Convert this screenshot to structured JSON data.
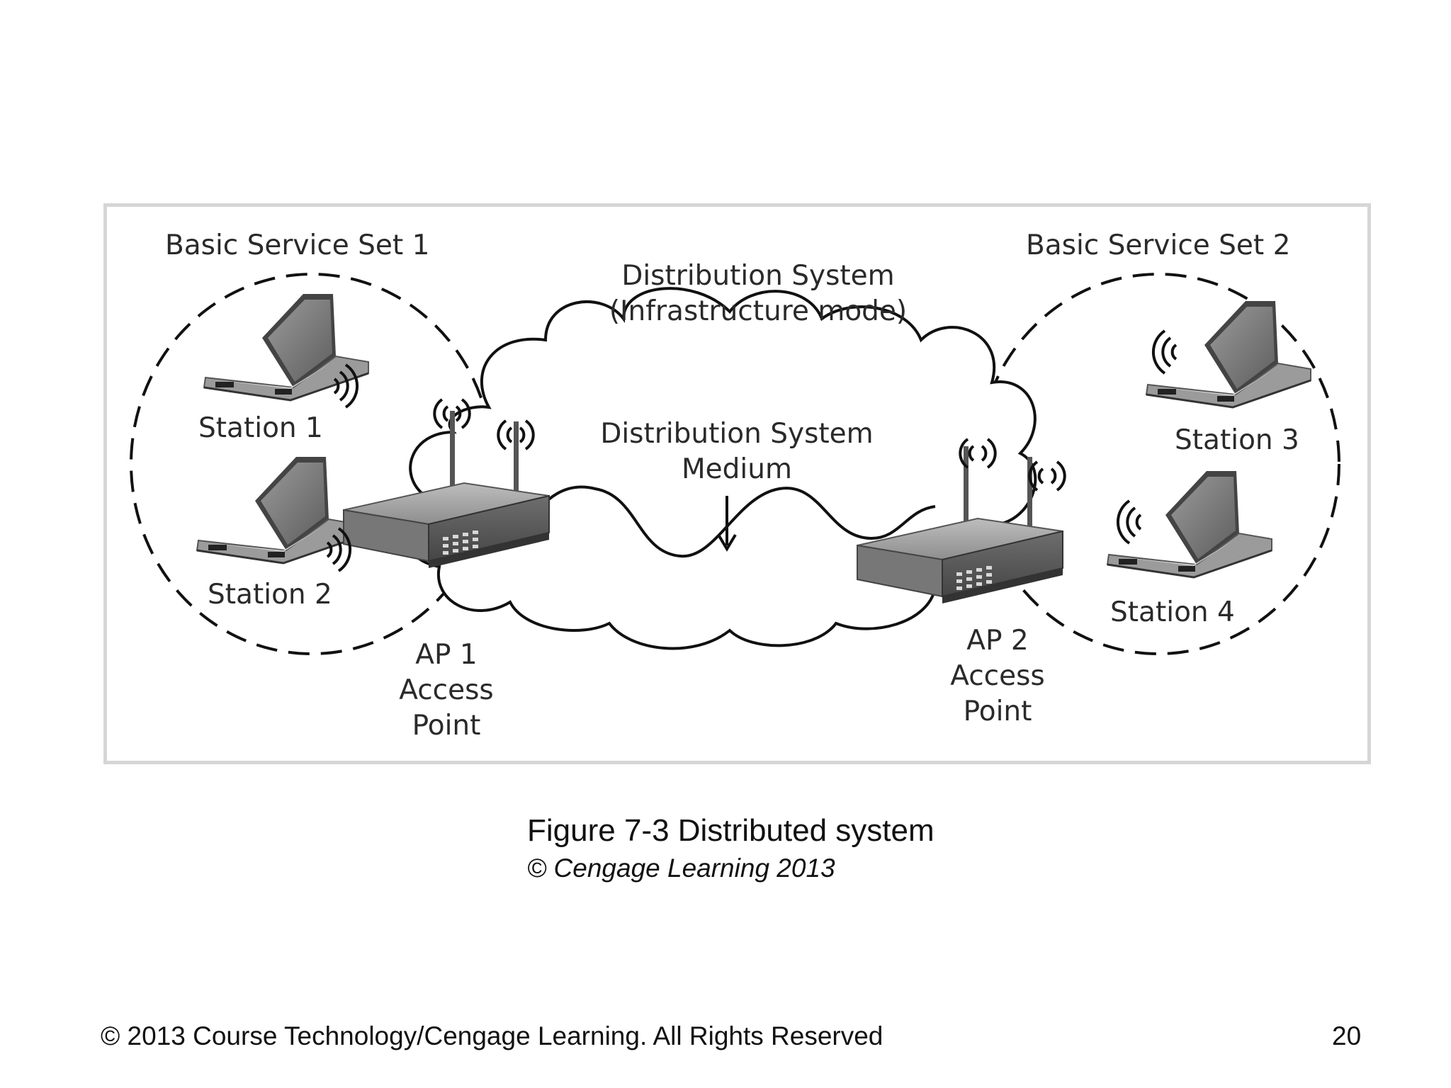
{
  "diagram": {
    "bss1_label": "Basic Service Set 1",
    "bss2_label": "Basic Service Set 2",
    "ds_title_line1": "Distribution System",
    "ds_title_line2": "(Infrastructure mode)",
    "dsm_line1": "Distribution System",
    "dsm_line2": "Medium",
    "stations": [
      "Station 1",
      "Station 2",
      "Station 3",
      "Station 4"
    ],
    "ap1": [
      "AP 1",
      "Access",
      "Point"
    ],
    "ap2": [
      "AP 2",
      "Access",
      "Point"
    ]
  },
  "caption": {
    "title": "Figure 7-3 Distributed system",
    "credit": "© Cengage Learning 2013"
  },
  "footer": {
    "copyright": "© 2013 Course Technology/Cengage Learning. All Rights Reserved",
    "page_number": "20"
  }
}
